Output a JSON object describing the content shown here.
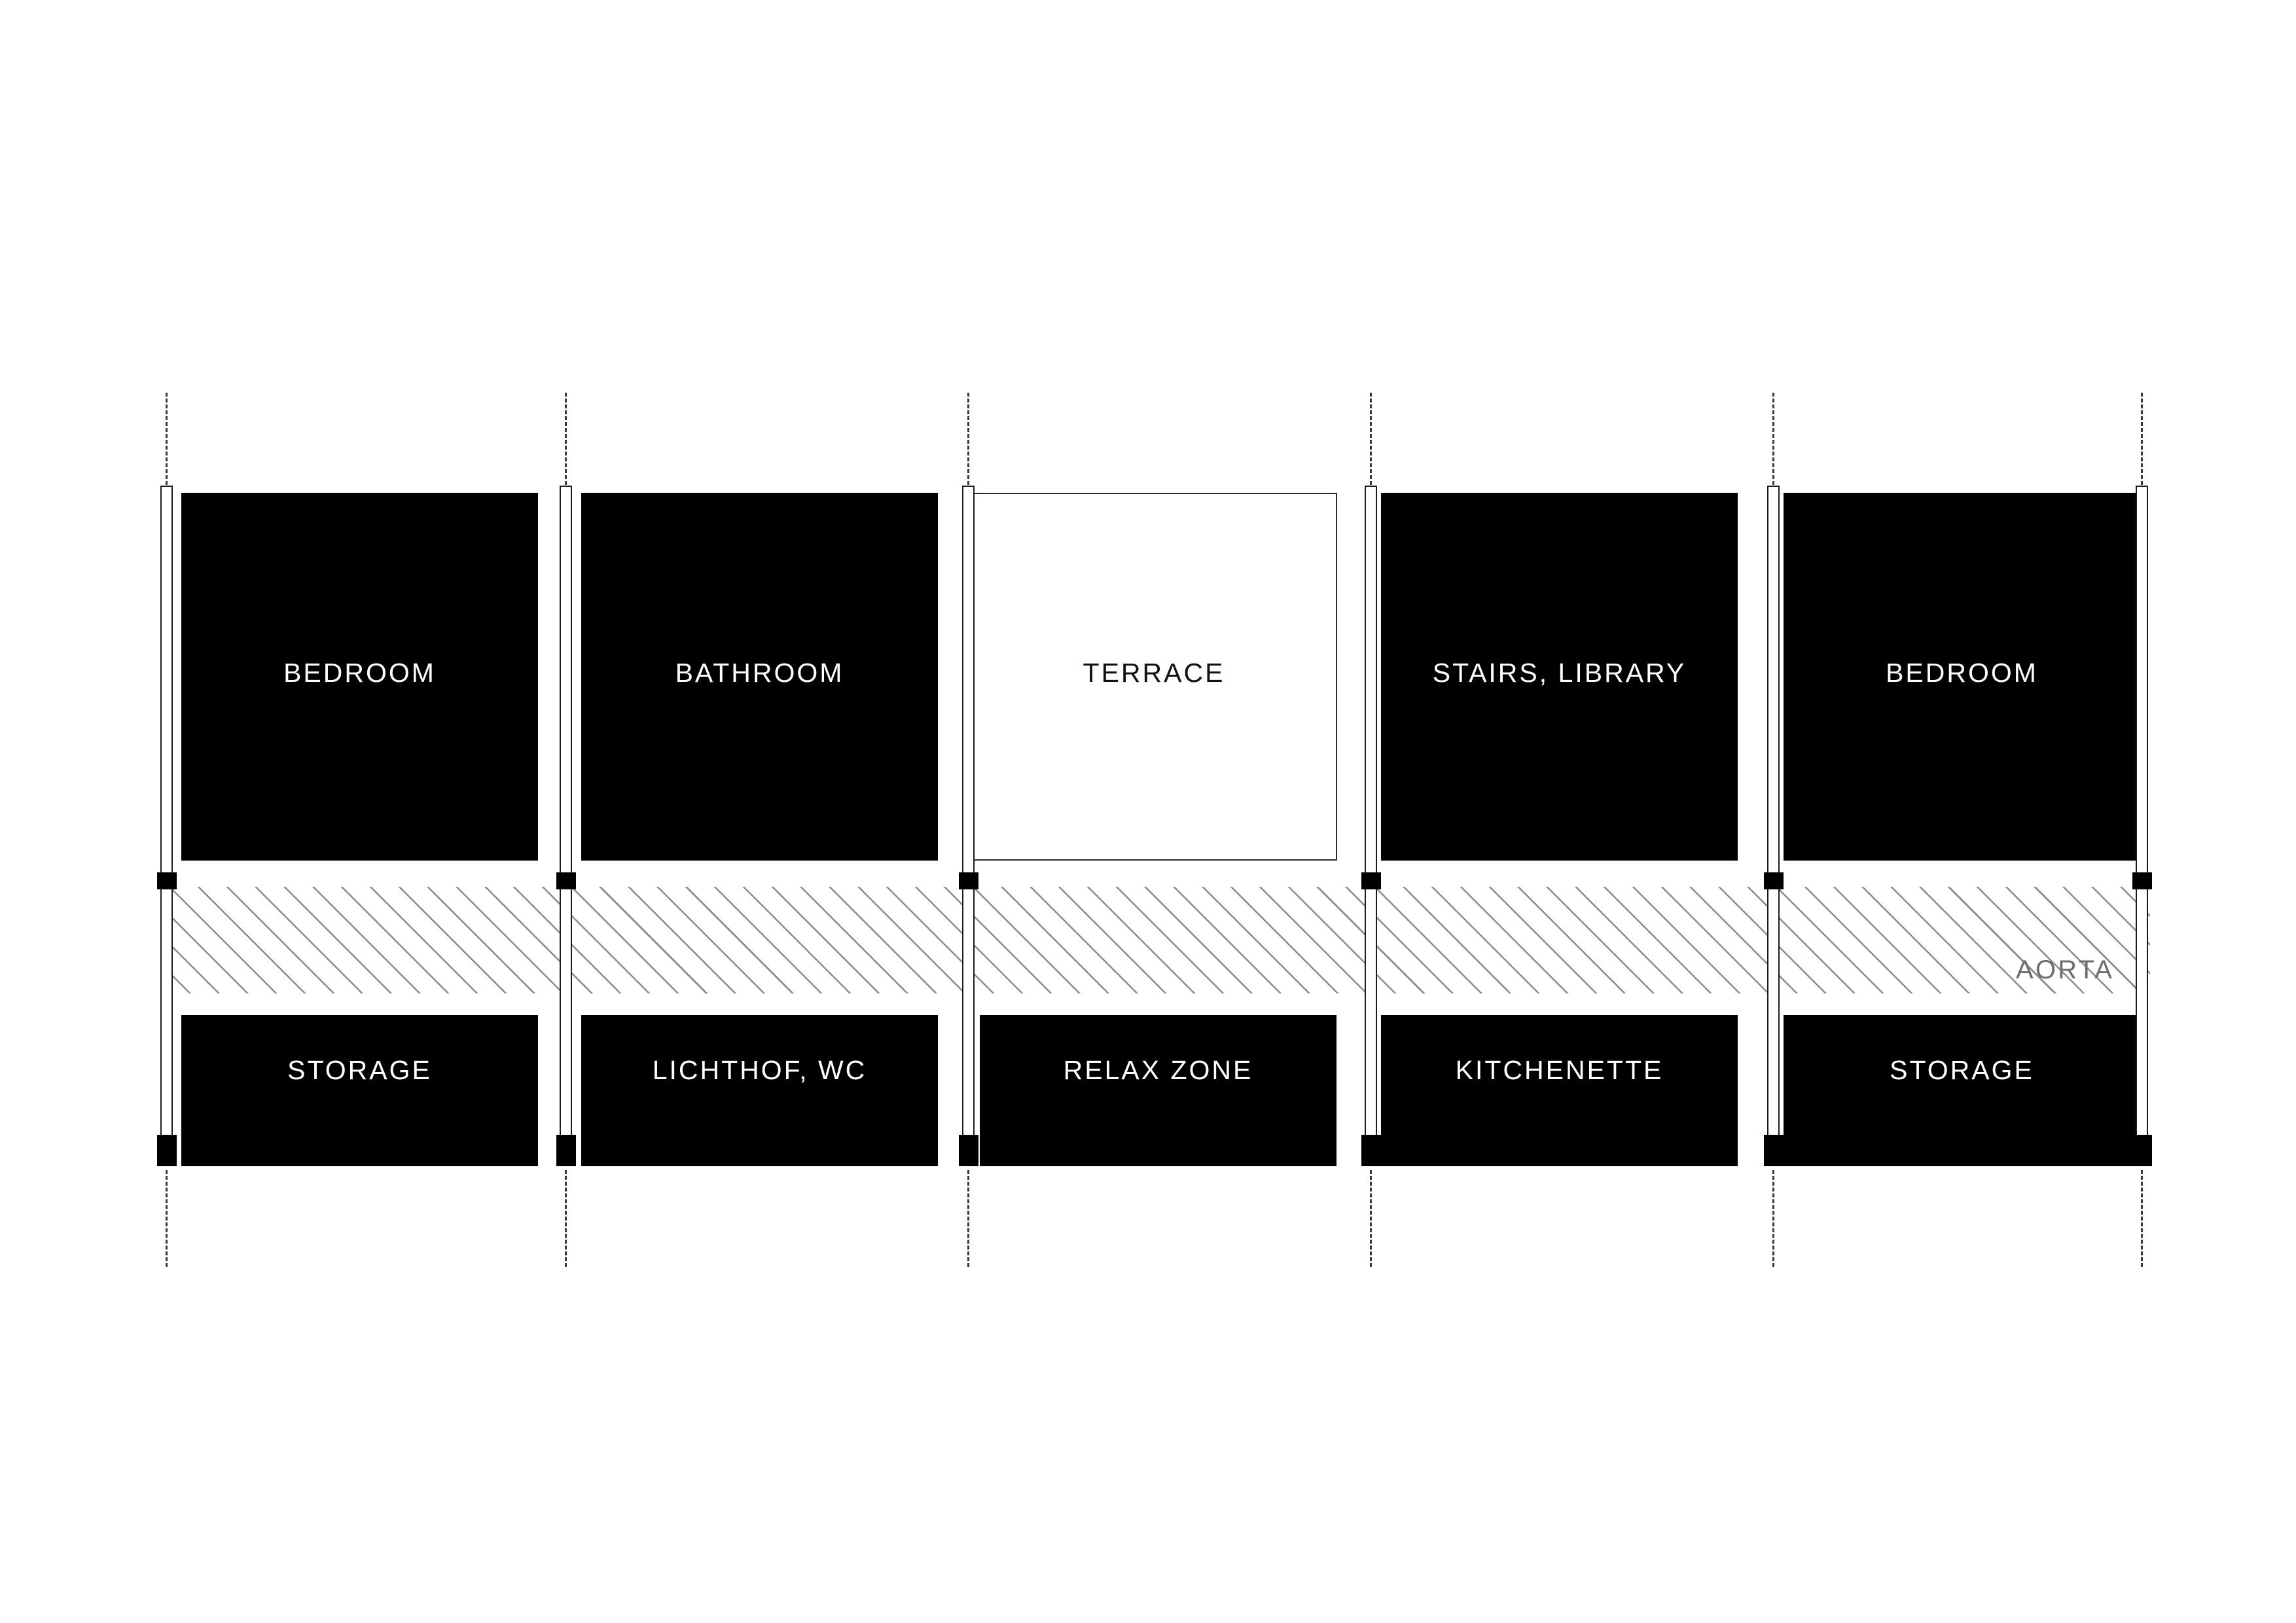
{
  "diagram": {
    "type": "architectural-floor-plan-schematic",
    "corridor": {
      "label": "AORTA",
      "label_color": "#6e6e6e",
      "hatch_color": "#8c8c8c"
    },
    "colors": {
      "room_fill": "#000000",
      "room_text": "#ffffff",
      "terrace_fill": "#ffffff",
      "terrace_text": "#111111",
      "wall_stroke": "#1b1b1b",
      "node_fill": "#000000",
      "axis_stroke": "#3a3a3a",
      "background": "#ffffff"
    },
    "bays": [
      {
        "upper": "BEDROOM",
        "lower": "STORAGE",
        "upper_style": "solid"
      },
      {
        "upper": "BATHROOM",
        "lower": "LICHTHOF, WC",
        "upper_style": "solid"
      },
      {
        "upper": "TERRACE",
        "lower": "RELAX ZONE",
        "upper_style": "outline"
      },
      {
        "upper": "STAIRS, LIBRARY",
        "lower": "KITCHENETTE",
        "upper_style": "solid"
      },
      {
        "upper": "BEDROOM",
        "lower": "STORAGE",
        "upper_style": "solid"
      }
    ],
    "axes_count": 6
  }
}
